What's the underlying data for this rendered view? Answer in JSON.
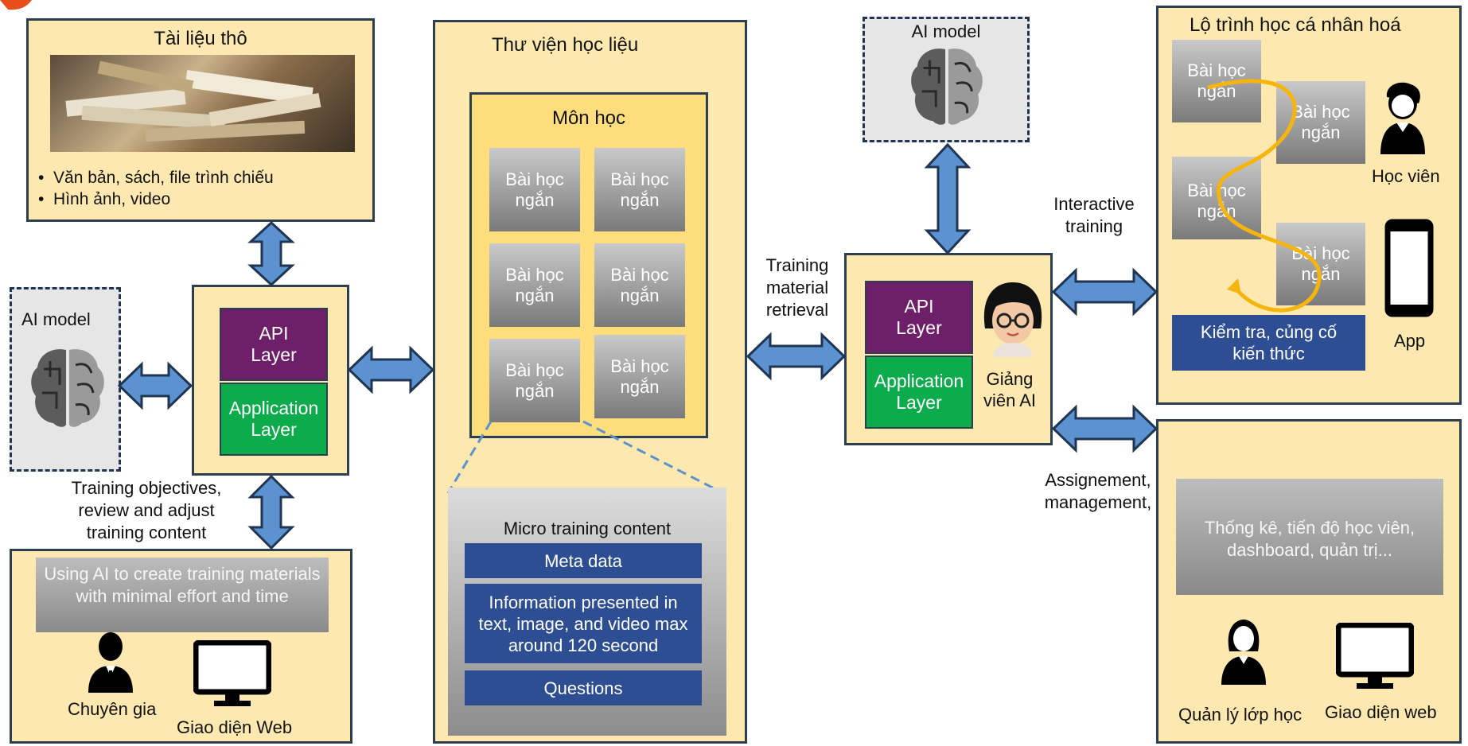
{
  "raw_docs": {
    "title": "Tài liệu thô",
    "bullets": [
      "Văn bản, sách, file trình chiếu",
      "Hình ảnh, video"
    ]
  },
  "ai_model_left": {
    "label": "AI model"
  },
  "ai_model_top": {
    "label": "AI model"
  },
  "layers_left": {
    "api": "API Layer",
    "app": "Application Layer"
  },
  "layers_right": {
    "api": "API Layer",
    "app": "Application Layer"
  },
  "expert_text": {
    "left_caption": "Training objectives, review and adjust training content",
    "gray": "Using AI to create training materials with minimal effort and time",
    "expert": "Chuyên gia",
    "web": "Giao diện Web"
  },
  "library": {
    "title": "Thư viện học liệu",
    "subject": "Môn học",
    "lesson": "Bài học ngắn",
    "micro_title": "Micro training content",
    "meta": "Meta data",
    "info": "Information presented in text, image, and video max around 120 second",
    "questions": "Questions"
  },
  "retrieval": "Training material retrieval",
  "ai_teacher": "Giảng viên AI",
  "interactive": "Interactive training",
  "assignment": "Assignement, management,",
  "path": {
    "title": "Lộ trình học cá nhân hoá",
    "lesson": "Bài học ngắn",
    "check": "Kiểm tra, củng cố kiến thức",
    "student": "Học viên",
    "app": "App"
  },
  "admin": {
    "gray": "Thống kê, tiến độ học viên, dashboard, quản trị...",
    "manager": "Quản lý lớp học",
    "web": "Giao diện web"
  },
  "colors": {
    "panel": "#fde9b0",
    "arrow": "#5b92cf",
    "purple": "#6e1f6a",
    "green": "#0cab4b",
    "blue": "#2e4e94",
    "path": "#f6b40e"
  },
  "icons": [
    "brain-icon",
    "person-icon",
    "monitor-icon",
    "phone-icon",
    "avatar-icon"
  ]
}
